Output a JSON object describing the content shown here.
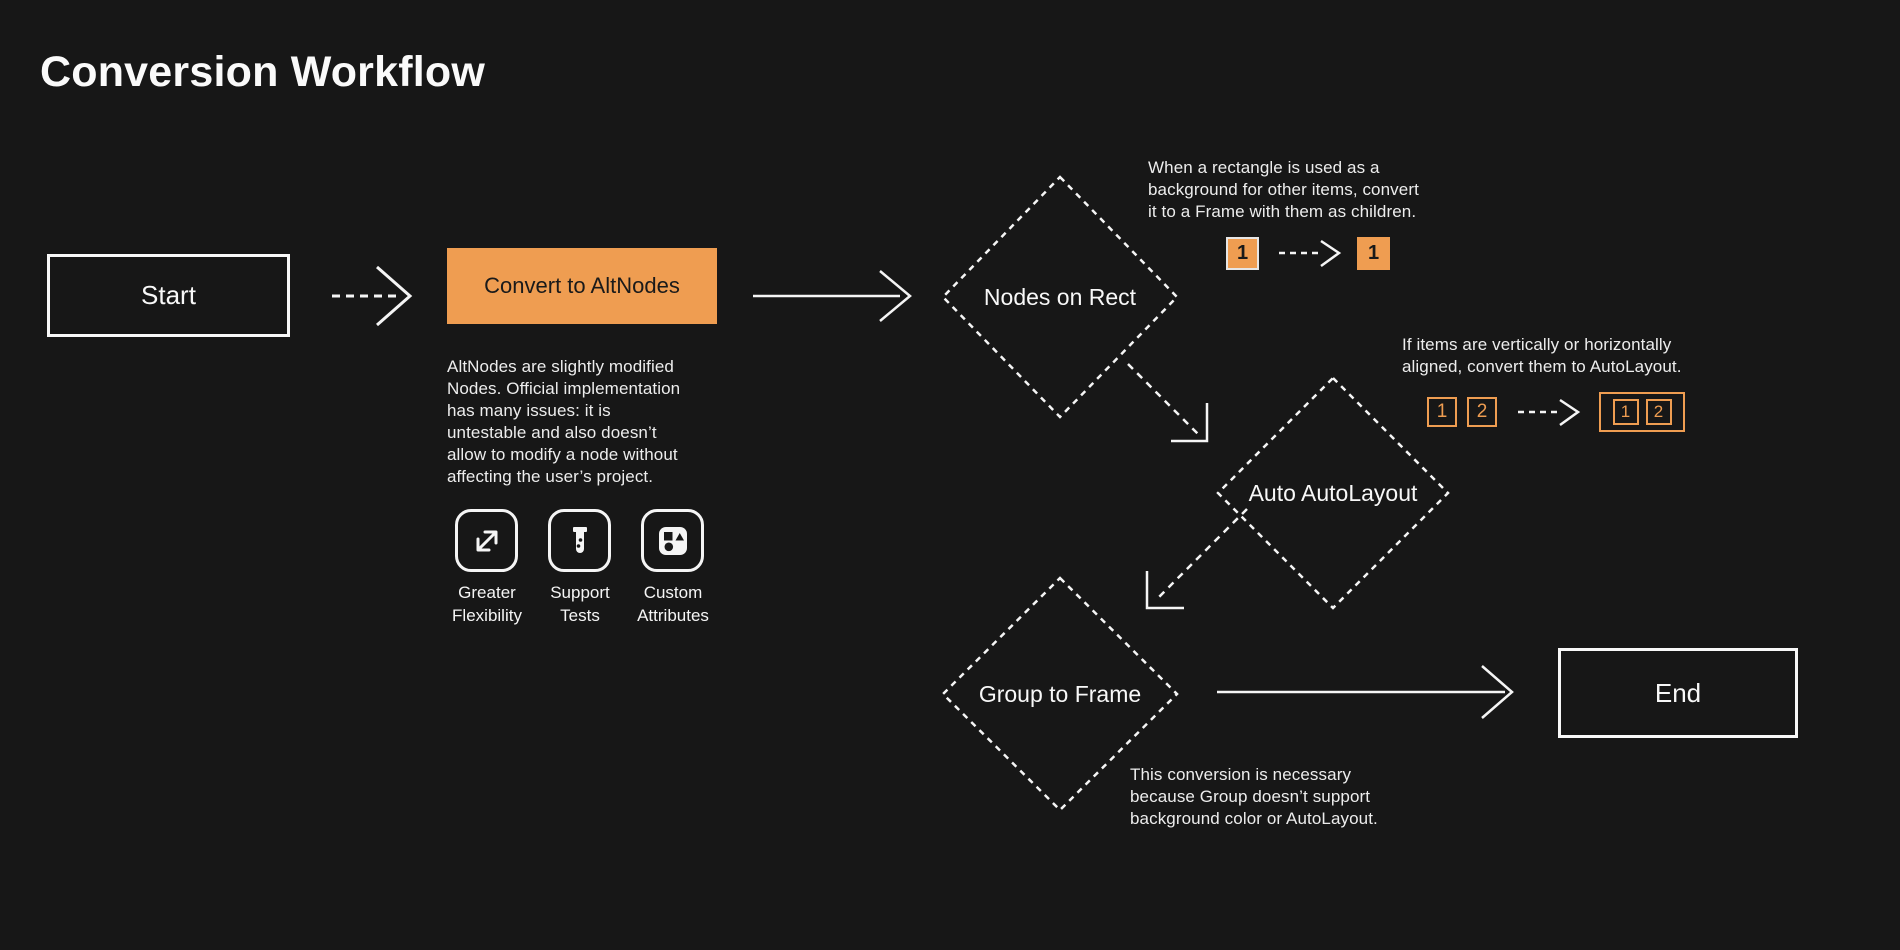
{
  "page": {
    "title": "Conversion Workflow"
  },
  "colors": {
    "background": "#171717",
    "accent_orange": "#EF9D51",
    "stroke_white": "#F5F5F5",
    "dark_text_on_orange": "#1A1A1A"
  },
  "nodes": {
    "start": {
      "label": "Start"
    },
    "convert": {
      "label": "Convert to AltNodes"
    },
    "nodes_on_rect": {
      "label": "Nodes on Rect"
    },
    "auto_autolayout": {
      "label": "Auto AutoLayout"
    },
    "group_to_frame": {
      "label": "Group to Frame"
    },
    "end": {
      "label": "End"
    }
  },
  "annotations": {
    "altnodes_note": "AltNodes are slightly modified\nNodes. Official implementation\nhas many issues: it is\nuntestable and also doesn’t\nallow to modify a node without\naffecting the user’s project.",
    "rect_note": "When a rectangle is used as a\nbackground for other items, convert\nit to a Frame with them as children.",
    "autolayout_note": "If items are vertically or horizontally\naligned, convert them to AutoLayout.",
    "group_note": "This conversion is necessary\nbecause Group doesn’t support\nbackground color or AutoLayout."
  },
  "features": {
    "items": [
      {
        "icon": "expand-arrows-icon",
        "label": "Greater\nFlexibility"
      },
      {
        "icon": "test-tube-icon",
        "label": "Support\nTests"
      },
      {
        "icon": "shapes-icon",
        "label": "Custom\nAttributes"
      }
    ]
  },
  "badges": {
    "rect_before": "1",
    "rect_after": "1",
    "align_before": [
      "1",
      "2"
    ],
    "align_after": [
      "1",
      "2"
    ]
  }
}
